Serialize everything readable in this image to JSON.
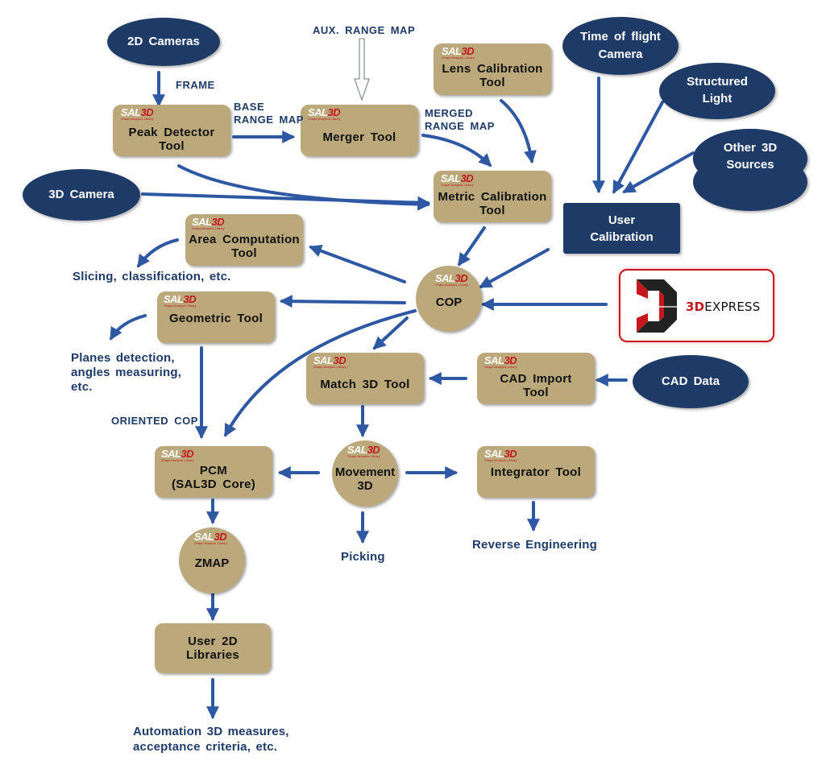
{
  "colors": {
    "node": "#bba97c",
    "source": "#1e3a66",
    "arrow": "#2f58a3",
    "text": "#1e3a66",
    "brand_red": "#c4161c"
  },
  "logo": {
    "sal": "SAL",
    "three": "3D",
    "tagline": "Shape Analysis Library"
  },
  "tools": {
    "peak_detector": [
      "Peak Detector",
      "Tool"
    ],
    "merger": [
      "Merger Tool"
    ],
    "lens_calibration": [
      "Lens Calibration",
      "Tool"
    ],
    "metric_calibration": [
      "Metric Calibration",
      "Tool"
    ],
    "area_computation": [
      "Area Computation",
      "Tool"
    ],
    "geometric": [
      "Geometric Tool"
    ],
    "match3d": [
      "Match 3D Tool"
    ],
    "cad_import": [
      "CAD Import",
      "Tool"
    ],
    "pcm": [
      "PCM",
      "(SAL3D Core)"
    ],
    "integrator": [
      "Integrator Tool"
    ],
    "user_2d": [
      "User 2D",
      "Libraries"
    ]
  },
  "circles": {
    "cop": "COP",
    "movement": [
      "Movement",
      "3D"
    ],
    "zmap": "ZMAP"
  },
  "sources": {
    "cameras_2d": "2D Cameras",
    "camera_3d": "3D Camera",
    "tof": [
      "Time of flight",
      "Camera"
    ],
    "structured": [
      "Structured",
      "Light"
    ],
    "other3d": [
      "Other 3D",
      "Sources"
    ],
    "cad_data": "CAD Data",
    "user_calibration": [
      "User",
      "Calibration"
    ]
  },
  "edge_labels": {
    "frame": "FRAME",
    "base_range": [
      "BASE",
      "RANGE MAP"
    ],
    "aux_range": "AUX. RANGE MAP",
    "merged_range": [
      "MERGED",
      "RANGE MAP"
    ],
    "oriented_cop": "ORIENTED COP"
  },
  "outputs": {
    "slicing": "Slicing, classification, etc.",
    "planes": [
      "Planes detection,",
      "angles measuring,",
      "etc."
    ],
    "picking": "Picking",
    "reverse": "Reverse Engineering",
    "automation": [
      "Automation 3D measures,",
      "acceptance criteria, etc."
    ]
  },
  "brand": {
    "prefix": "3D",
    "name": "EXPRESS"
  }
}
